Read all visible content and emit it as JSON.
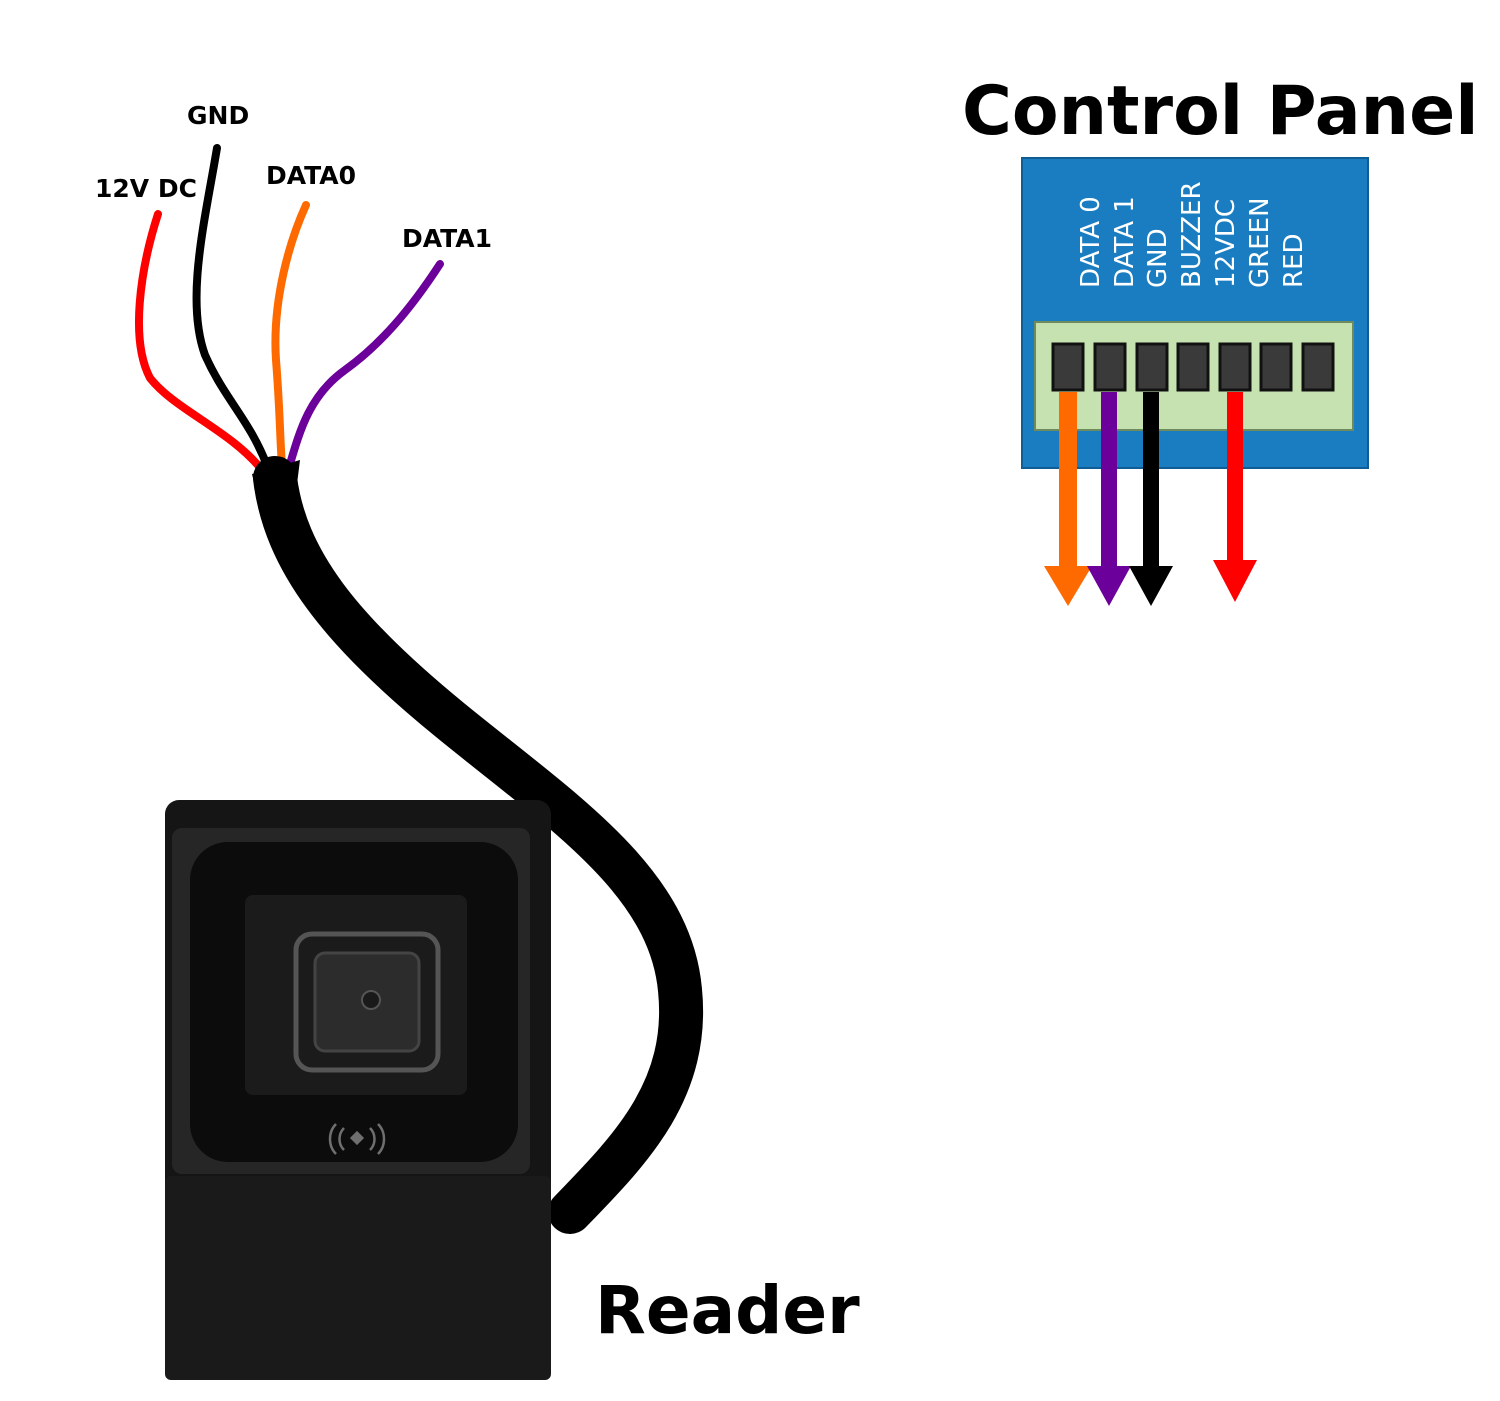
{
  "control_panel": {
    "title": "Control Panel",
    "terminals": [
      "DATA 0",
      "DATA 1",
      "GND",
      "BUZZER",
      "12VDC",
      "GREEN",
      "RED"
    ],
    "board_color": "#1a7dc1",
    "terminal_block_color": "#c5e2b0",
    "screw_color": "#3a3a3a"
  },
  "reader": {
    "title": "Reader",
    "nfc_icon": "nfc-icon"
  },
  "wires": [
    {
      "id": "power",
      "label": "12V DC",
      "color": "#ff0000"
    },
    {
      "id": "gnd",
      "label": "GND",
      "color": "#000000"
    },
    {
      "id": "data0",
      "label": "DATA0",
      "color": "#ff6a00"
    },
    {
      "id": "data1",
      "label": "DATA1",
      "color": "#6b009a"
    }
  ],
  "panel_arrows": [
    {
      "terminal": "DATA 0",
      "color": "#ff6a00"
    },
    {
      "terminal": "DATA 1",
      "color": "#6b009a"
    },
    {
      "terminal": "GND",
      "color": "#000000"
    },
    {
      "terminal": "12VDC",
      "color": "#ff0000"
    }
  ]
}
